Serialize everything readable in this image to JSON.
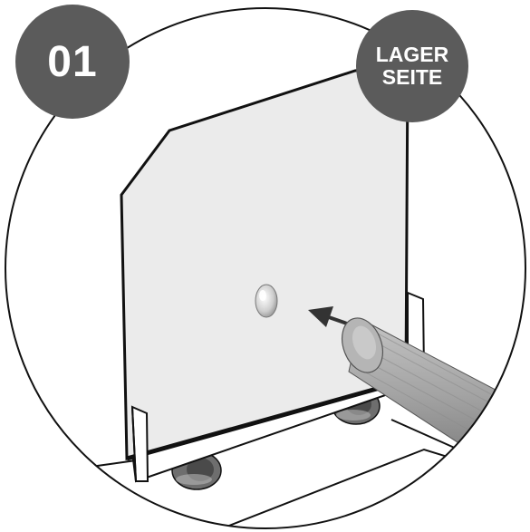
{
  "step_badge": {
    "number": "01"
  },
  "side_badge": {
    "line1": "LAGER",
    "line2": "SEITE"
  },
  "colors": {
    "badge_fill": "#5b5b5b",
    "badge_text": "#ffffff",
    "panel_fill": "#ebebeb",
    "outline": "#111111",
    "tool_fill": "#9a9a9a",
    "wheel_fill": "#6e6e6e"
  },
  "icons": {
    "arrow": "arrow-up-left-icon",
    "tool": "dowel-tool-icon",
    "hole": "dowel-hole-icon"
  }
}
